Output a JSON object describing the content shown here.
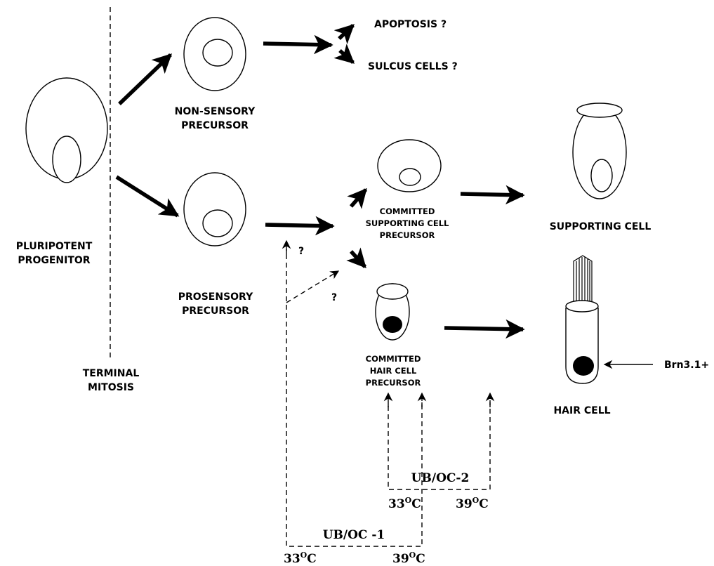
{
  "labels": {
    "apoptosis": "APOPTOSIS ?",
    "sulcus": "SULCUS CELLS ?",
    "nonsensory_1": "NON-SENSORY",
    "nonsensory_2": "PRECURSOR",
    "pluripotent_1": "PLURIPOTENT",
    "pluripotent_2": "PROGENITOR",
    "prosensory_1": "PROSENSORY",
    "prosensory_2": "PRECURSOR",
    "terminal_1": "TERMINAL",
    "terminal_2": "MITOSIS",
    "committed_support_1": "COMMITTED",
    "committed_support_2": "SUPPORTING CELL",
    "committed_support_3": "PRECURSOR",
    "supporting_cell": "SUPPORTING CELL",
    "committed_hair_1": "COMMITTED",
    "committed_hair_2": "HAIR CELL",
    "committed_hair_3": "PRECURSOR",
    "hair_cell": "HAIR CELL",
    "brn": "Brn3.1+",
    "question_1": "?",
    "question_2": "?",
    "uboc2": "UB/OC-2",
    "uboc1": "UB/OC -1"
  },
  "temps": {
    "uboc2_low": "33",
    "uboc2_high": "39",
    "uboc1_low": "33",
    "uboc1_high": "39",
    "deg": "O",
    "unit": "C"
  }
}
